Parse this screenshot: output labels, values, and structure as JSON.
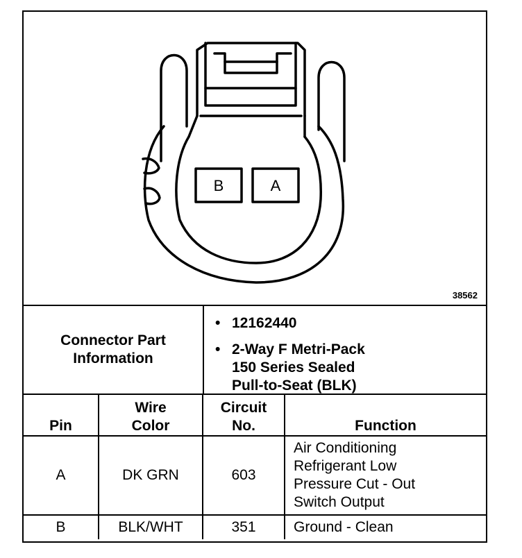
{
  "figure": {
    "number": "38562",
    "terminal_labels": [
      "B",
      "A"
    ]
  },
  "part_info": {
    "label_lines": [
      "Connector Part",
      "Information"
    ],
    "bullet": "•",
    "items": [
      {
        "lines": [
          "12162440"
        ]
      },
      {
        "lines": [
          "2-Way F Metri-Pack",
          "150 Series Sealed",
          "Pull-to-Seat (BLK)"
        ]
      }
    ]
  },
  "table": {
    "headers": {
      "pin": [
        " ",
        "Pin"
      ],
      "wire_color": [
        "Wire",
        "Color"
      ],
      "circuit": [
        "Circuit",
        "No."
      ],
      "function": [
        " ",
        "Function"
      ]
    },
    "rows": [
      {
        "pin": "A",
        "wire_color": "DK GRN",
        "circuit": "603",
        "function": [
          "Air Conditioning",
          "Refrigerant Low",
          "Pressure Cut - Out",
          "Switch Output"
        ]
      },
      {
        "pin": "B",
        "wire_color": "BLK/WHT",
        "circuit": "351",
        "function": [
          "Ground - Clean"
        ]
      }
    ]
  }
}
